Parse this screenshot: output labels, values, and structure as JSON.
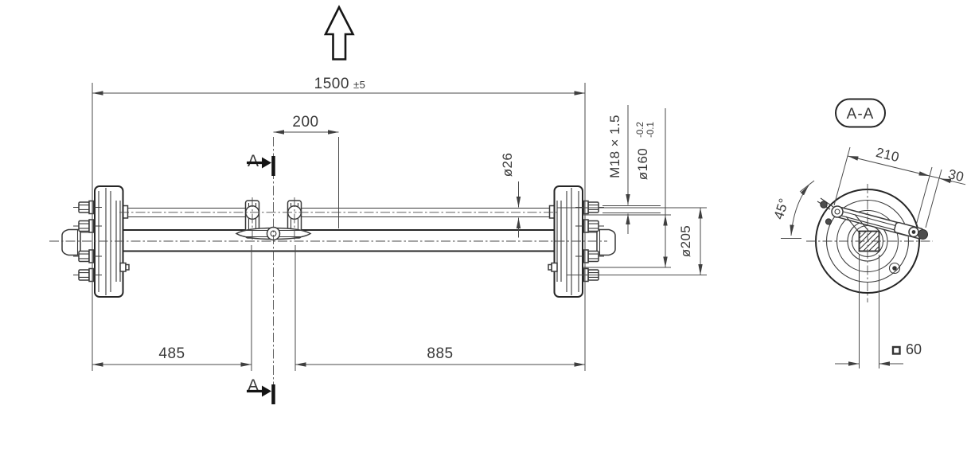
{
  "colors": {
    "background": "#ffffff",
    "object_line": "#262626",
    "dimension_line": "#4a4a4a",
    "text": "#383838",
    "section_marker": "#141414"
  },
  "symbols": {
    "direction_arrow": "up-arrow",
    "tube_section_symbol": "square"
  },
  "front_view": {
    "overall_length": "1500",
    "overall_length_tolerance": "±5",
    "center_offset": "200",
    "left_span": "485",
    "right_span": "885",
    "rod_diameter": "ø26",
    "stud_thread": "M18 × 1.5",
    "hub_diameter": "ø160",
    "hub_tolerance_upper": "-0.2",
    "hub_tolerance_lower": "-0.1",
    "drum_diameter": "ø205",
    "section_letter": "A"
  },
  "section_view": {
    "label": "A-A",
    "lever_length": "210",
    "lever_end_offset": "30",
    "lever_angle": "45°",
    "tube_width": "60"
  }
}
